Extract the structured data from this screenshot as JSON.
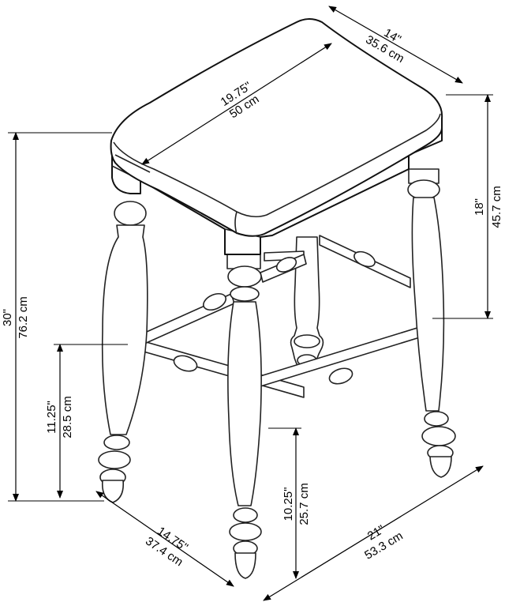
{
  "dimensions": {
    "top_width": {
      "in": "14\"",
      "cm": "35.6 cm"
    },
    "top_length": {
      "in": "19.75\"",
      "cm": "50 cm"
    },
    "seat_height": {
      "in": "30\"",
      "cm": "76.2 cm"
    },
    "leg_height": {
      "in": "18\"",
      "cm": "45.7 cm"
    },
    "side_rail": {
      "in": "11.25\"",
      "cm": "28.5 cm"
    },
    "front_rail": {
      "in": "10.25\"",
      "cm": "25.7 cm"
    },
    "base_depth": {
      "in": "14.75\"",
      "cm": "37.4 cm"
    },
    "base_width": {
      "in": "21\"",
      "cm": "53.3 cm"
    }
  }
}
